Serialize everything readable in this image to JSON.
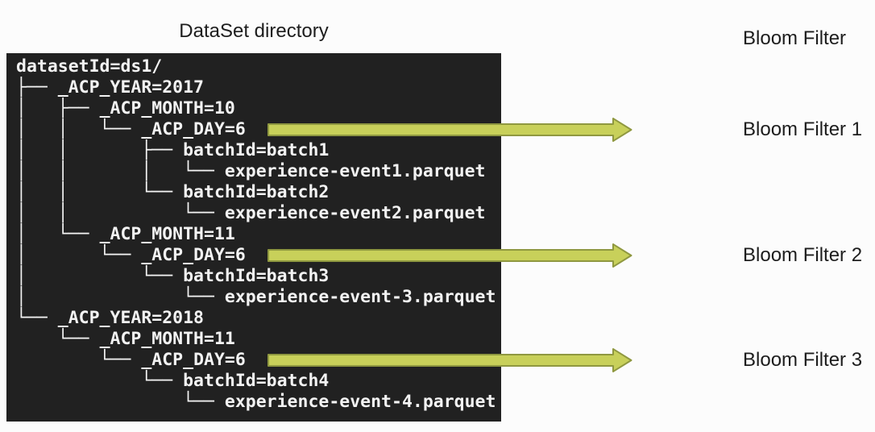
{
  "titles": {
    "dataset_directory": "DataSet directory",
    "bloom_filter": "Bloom Filter"
  },
  "tree": {
    "root": "datasetId=ds1/",
    "rows": [
      {
        "prefix": "",
        "label": "datasetId=ds1/"
      },
      {
        "prefix": "├── ",
        "label": "_ACP_YEAR=2017"
      },
      {
        "prefix": "│   ├── ",
        "label": "_ACP_MONTH=10"
      },
      {
        "prefix": "│   │   └── ",
        "label": "_ACP_DAY=6"
      },
      {
        "prefix": "│   │       ├── ",
        "label": "batchId=batch1"
      },
      {
        "prefix": "│   │       │   └── ",
        "label": "experience-event1.parquet"
      },
      {
        "prefix": "│   │       └── ",
        "label": "batchId=batch2"
      },
      {
        "prefix": "│   │           └── ",
        "label": "experience-event2.parquet"
      },
      {
        "prefix": "│   └── ",
        "label": "_ACP_MONTH=11"
      },
      {
        "prefix": "│       └── ",
        "label": "_ACP_DAY=6"
      },
      {
        "prefix": "│           └── ",
        "label": "batchId=batch3"
      },
      {
        "prefix": "│               └── ",
        "label": "experience-event-3.parquet"
      },
      {
        "prefix": "└── ",
        "label": "_ACP_YEAR=2018"
      },
      {
        "prefix": "    └── ",
        "label": "_ACP_MONTH=11"
      },
      {
        "prefix": "        └── ",
        "label": "_ACP_DAY=6"
      },
      {
        "prefix": "            └── ",
        "label": "batchId=batch4"
      },
      {
        "prefix": "                └── ",
        "label": "experience-event-4.parquet"
      }
    ]
  },
  "bloom_filters": [
    {
      "label": "Bloom Filter 1"
    },
    {
      "label": "Bloom Filter 2"
    },
    {
      "label": "Bloom Filter 3"
    }
  ],
  "arrows": [
    {
      "from": "_ACP_DAY=6",
      "points_to": "Bloom Filter 1"
    },
    {
      "from": "_ACP_DAY=6",
      "points_to": "Bloom Filter 2"
    },
    {
      "from": "_ACP_DAY=6",
      "points_to": "Bloom Filter 3"
    }
  ],
  "colors": {
    "page_bg": "#fcfcfc",
    "heading_text": "#1d1d1d",
    "terminal_bg": "#212121",
    "terminal_text": "#f3f3f3",
    "arrow_fill": "#c8d05a",
    "arrow_stroke": "#8f9840"
  }
}
